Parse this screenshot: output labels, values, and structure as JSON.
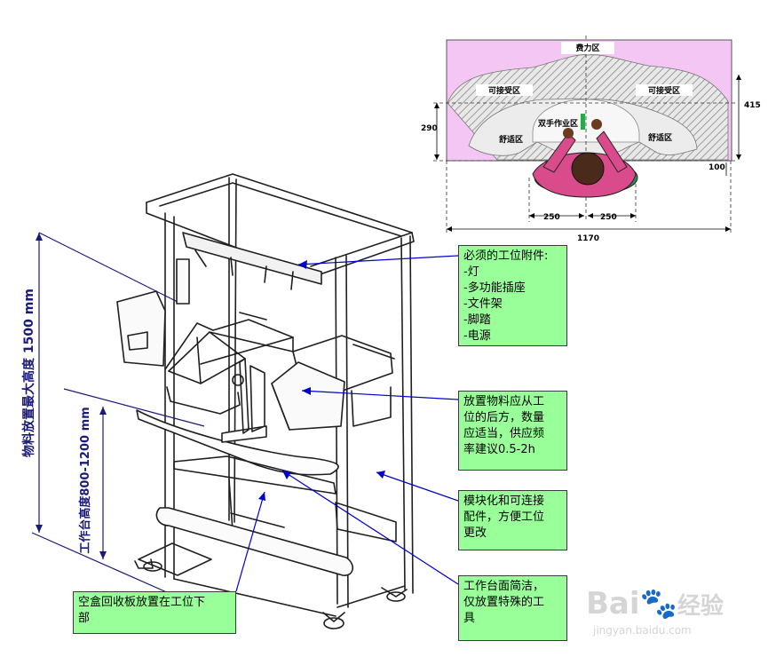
{
  "plan": {
    "zones": {
      "force": "费力区",
      "acceptable_left": "可接受区",
      "acceptable_right": "可接受区",
      "two_hand": "双手作业区",
      "comfort_left": "舒适区",
      "comfort_right": "舒适区"
    },
    "dimensions": {
      "height_415": "415",
      "height_290": "290",
      "offset_100": "100",
      "half_left": "250",
      "half_right": "250",
      "total_width": "1170"
    },
    "colors": {
      "force_zone": "#f4c6f4",
      "hatch": "#bdbdbd"
    }
  },
  "side_labels": {
    "max_storage_height": "物料放置最大高度  1500 mm",
    "bench_height": "工作台高度800-1200 mm"
  },
  "callouts": {
    "attachments": "必须的工位附件:\n-灯\n-多功能插座\n-文件架\n-脚踏\n-电源",
    "materials": "放置物料应从工\n位的后方，数量\n应适当，供应频\n率建议0.5-2h",
    "modular": "模块化和可连接\n配件，方便工位\n更改",
    "tabletop": "工作台面简洁，\n仅放置特殊的工\n具",
    "empty_box": "空盒回收板放置在工位下\n部"
  },
  "colors": {
    "callout_bg": "#99ff99",
    "pointer": "#0000cc",
    "label": "#1a1a7a"
  },
  "watermark": {
    "brand": "Bai",
    "brand2": "经验",
    "url": "jingyan.baidu.com"
  }
}
